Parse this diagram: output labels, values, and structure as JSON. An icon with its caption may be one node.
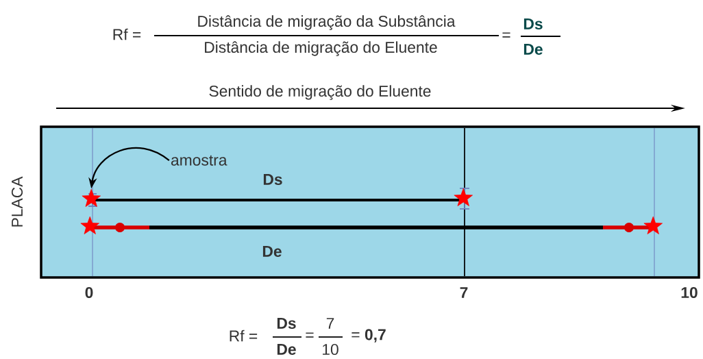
{
  "diagram": {
    "nodes": [
      {
        "text": [
          "PLACA"
        ]
      },
      {
        "text": [
          "amostra"
        ],
        "in": 0
      },
      {
        "text": [],
        "shape": "star",
        "in": 0
      },
      {
        "text": [],
        "shape": "star",
        "in": 0
      },
      {
        "text": [],
        "shape": "star",
        "in": 0
      },
      {
        "text": [],
        "shape": "star",
        "in": 0
      }
    ],
    "edges": [
      {
        "from": 1,
        "to": 2,
        "arrow": "to"
      }
    ],
    "labels": [
      "Rf =",
      "Distância de migração da Substância",
      "Distância de migração do Eluente",
      "=",
      "Ds",
      "De",
      "Sentido de migração do Eluente",
      "Ds",
      "De",
      "0",
      "7",
      "10",
      "Rf =",
      "Ds",
      "De",
      "=",
      "7",
      "10",
      "= **0,7**"
    ]
  }
}
